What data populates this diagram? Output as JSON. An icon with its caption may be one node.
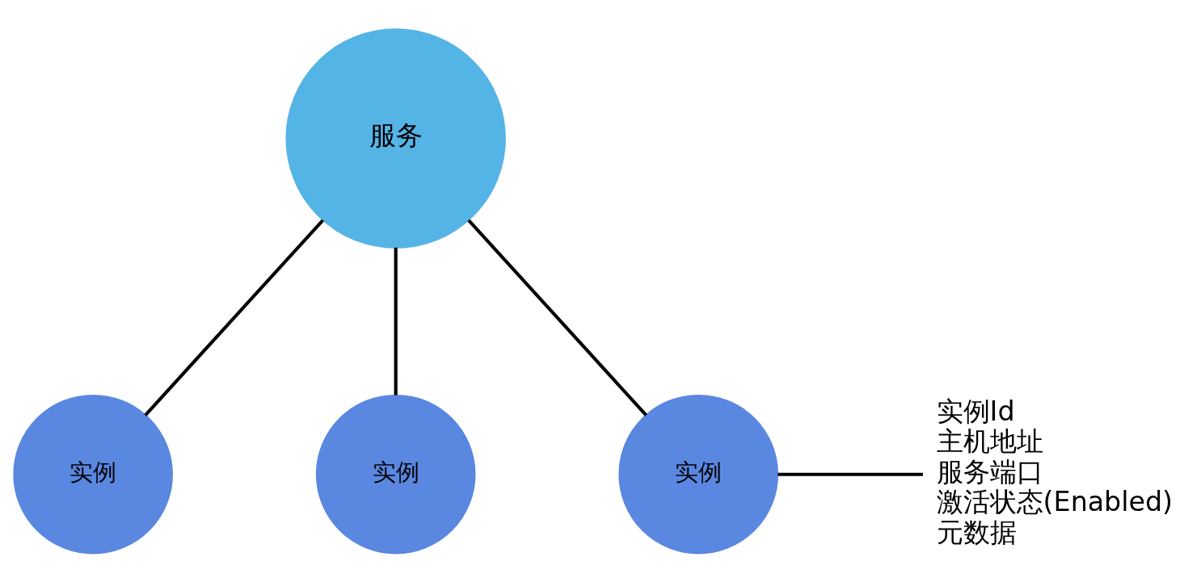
{
  "diagram": {
    "nodes": [
      {
        "text": [
          "服务"
        ]
      },
      {
        "text": [
          "实例"
        ]
      },
      {
        "text": [
          "实例"
        ]
      },
      {
        "text": [
          "实例"
        ]
      },
      {
        "text": [
          "实例Id",
          "主机地址",
          "服务端口",
          "激活状态(Enabled)",
          "元数据"
        ]
      }
    ],
    "edges": [
      {
        "from": 0,
        "to": 1,
        "arrow": "none"
      },
      {
        "from": 0,
        "to": 2,
        "arrow": "none"
      },
      {
        "from": 0,
        "to": 3,
        "arrow": "none"
      },
      {
        "from": 4,
        "to": 3,
        "arrow": "none"
      }
    ]
  }
}
